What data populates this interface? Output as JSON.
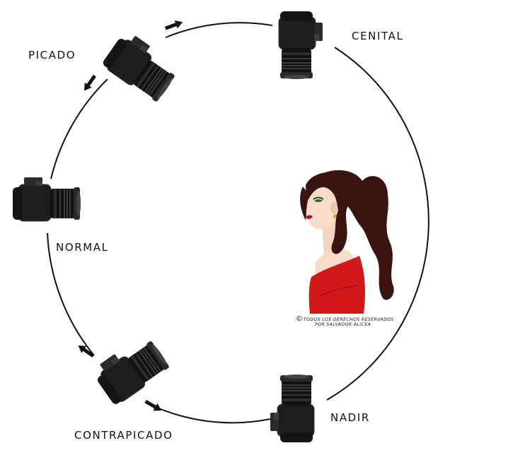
{
  "labels": {
    "cenital": "CENITAL",
    "picado": "PICADO",
    "normal": "NORMAL",
    "contrapicado": "CONTRAPICADO",
    "nadir": "NADIR"
  },
  "copyright": {
    "symbol": "©",
    "line1": "TODOS LOS DERECHOS RESERVADOS",
    "line2": "POR SALVADOR ALICEA"
  },
  "colors": {
    "circle": "#111111",
    "camera_body": "#1c1c1c",
    "camera_lens": "#111111",
    "hair": "#3a1410",
    "skin": "#f6dcc9",
    "dress": "#d1191c",
    "lips": "#b0141a"
  },
  "icons": [
    "camera-icon",
    "arrow-icon",
    "woman-illustration"
  ]
}
